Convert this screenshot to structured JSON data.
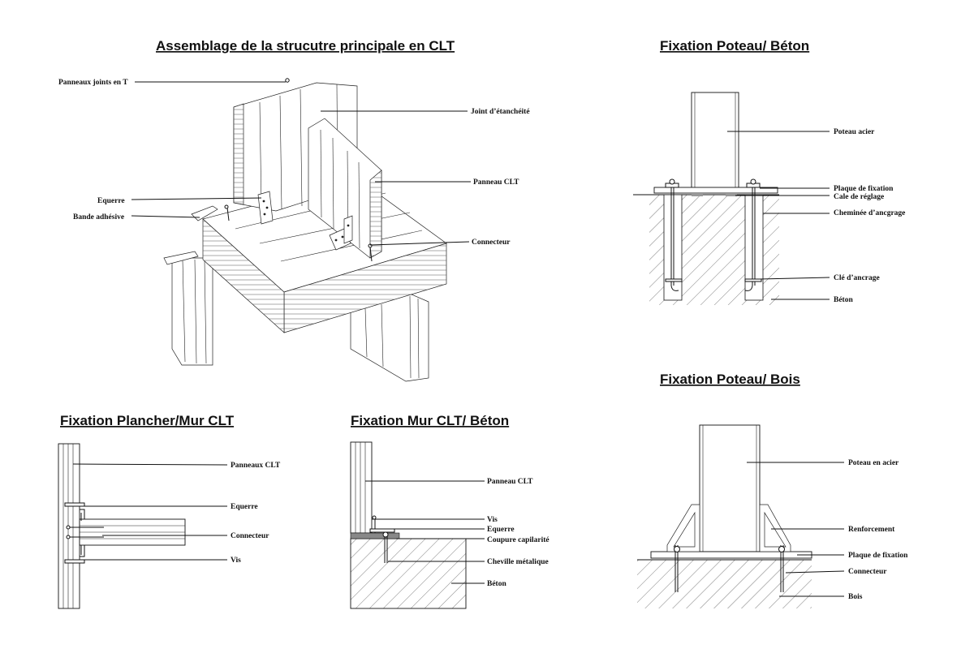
{
  "titles": {
    "main": "Assemblage de la strucutre principale en CLT",
    "poteau_beton": "Fixation Poteau/ Béton",
    "poteau_bois": "Fixation Poteau/ Bois",
    "plancher_mur": "Fixation Plancher/Mur CLT",
    "mur_beton": "Fixation Mur CLT/ Béton"
  },
  "labels": {
    "main": {
      "panneaux_joints": "Panneaux joints en T",
      "joint": "Joint d’étanchéité",
      "panneau_clt": "Panneau CLT",
      "equerre": "Equerre",
      "bande": "Bande adhésive",
      "connecteur": "Connecteur"
    },
    "poteau_beton": {
      "poteau": "Poteau acier",
      "plaque": "Plaque de fixation",
      "cale": "Cale de réglage",
      "cheminee": "Cheminée d’ancgrage",
      "cle": "Clé d’ancrage",
      "beton": "Béton"
    },
    "poteau_bois": {
      "poteau": "Poteau en acier",
      "renforcement": "Renforcement",
      "plaque": "Plaque de fixation",
      "connecteur": "Connecteur",
      "bois": "Bois"
    },
    "plancher_mur": {
      "panneaux": "Panneaux CLT",
      "equerre": "Equerre",
      "connecteur": "Connecteur",
      "vis": "Vis"
    },
    "mur_beton": {
      "panneau": "Panneau CLT",
      "vis": "Vis",
      "equerre": "Equerre",
      "coupure": "Coupure capilarité",
      "cheville": "Cheville métalique",
      "beton": "Béton"
    }
  }
}
